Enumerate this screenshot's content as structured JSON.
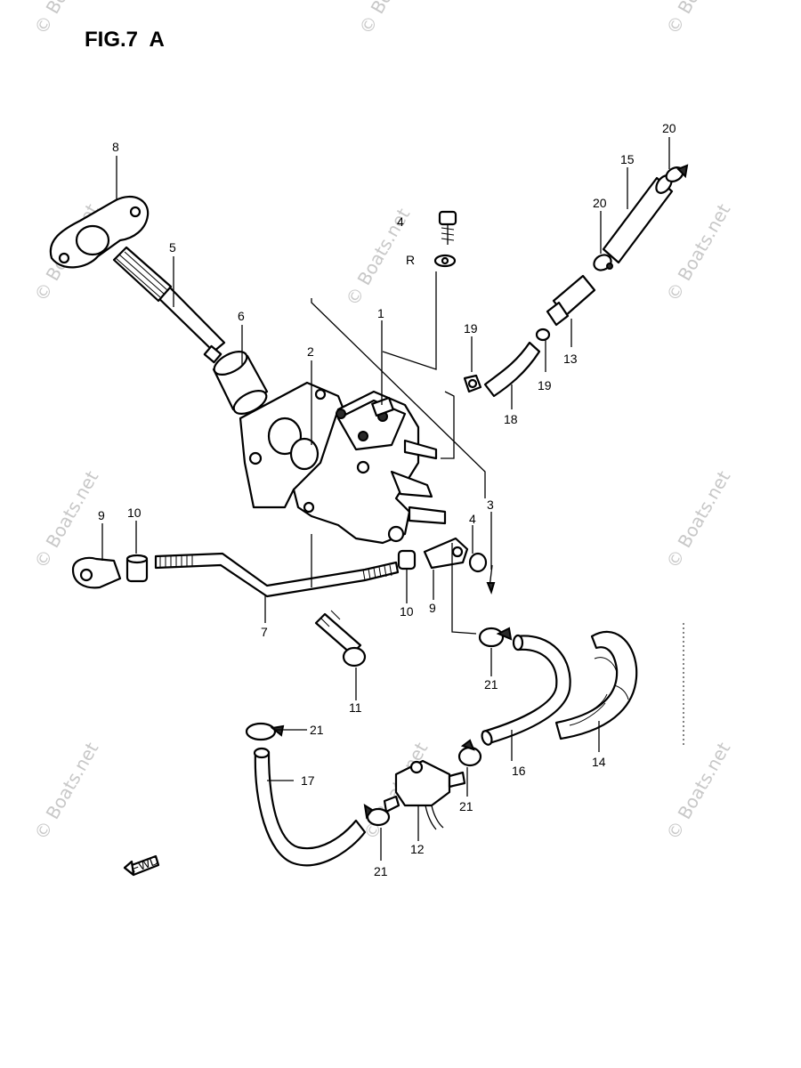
{
  "figure": {
    "title": "FIG.7  A",
    "direction_mark": "FWD",
    "watermark_text": "© Boats.net",
    "accent_color": "#000000",
    "watermark_color": "#c8c8c8"
  },
  "callouts": {
    "c1": "1",
    "c2": "2",
    "c3": "3",
    "c4": "4",
    "c4b": "4",
    "c5": "5",
    "c6": "6",
    "c7": "7",
    "c8": "8",
    "c9": "9",
    "c9b": "9",
    "c10": "10",
    "c10b": "10",
    "c11": "11",
    "c12": "12",
    "c13": "13",
    "c14": "14",
    "c15": "15",
    "c16": "16",
    "c17": "17",
    "c18": "18",
    "c19": "19",
    "c19b": "19",
    "c20": "20",
    "c20b": "20",
    "c21": "21",
    "c21b": "21",
    "c21c": "21",
    "c21d": "21",
    "cR": "R"
  }
}
